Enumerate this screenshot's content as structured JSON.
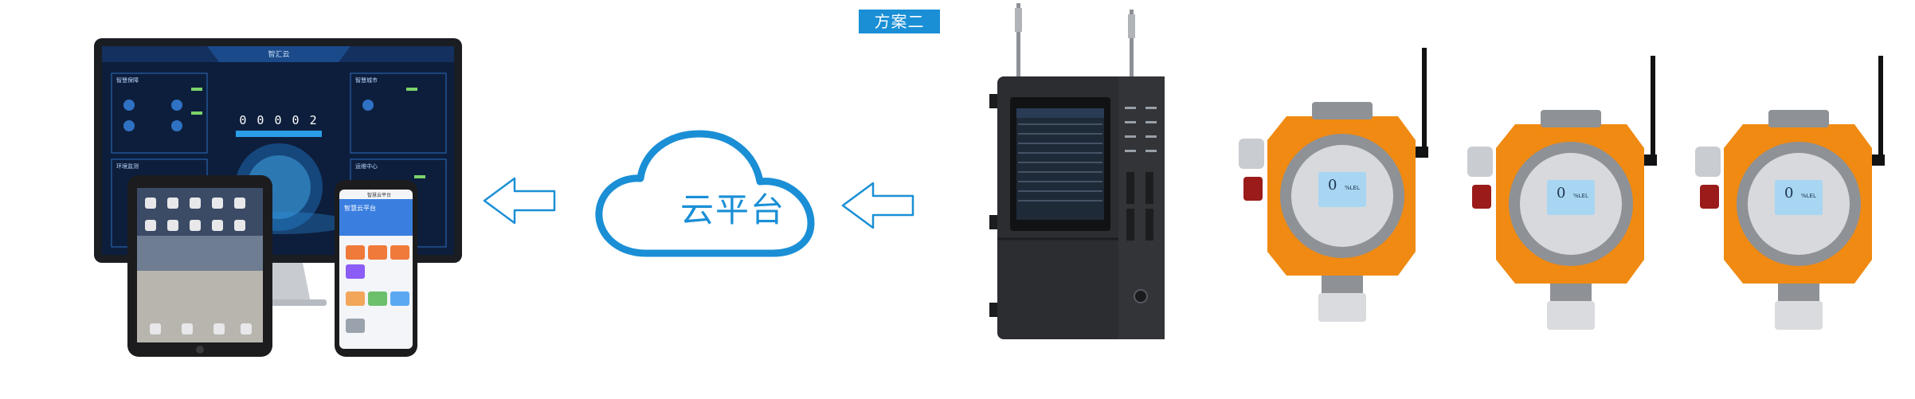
{
  "badge": {
    "label": "方案二"
  },
  "cloud": {
    "label": "云平台"
  },
  "monitor": {
    "title": "智汇云",
    "counter": "0 0 0 0 2",
    "panels": [
      "智慧保障",
      "智慧城市",
      "环境监测",
      "运维中心"
    ]
  },
  "phone": {
    "title": "智慧云平台",
    "banner": "智慧云平台"
  },
  "detector": {
    "reading": "0",
    "unit": "%LEL"
  },
  "colors": {
    "accent": "#1a8fd6",
    "detector_orange": "#f08a12",
    "controller_dark": "#2b2d30",
    "screen_dark": "#0d1e3c"
  },
  "icons": {
    "arrow": "left-arrow-icon",
    "cloud": "cloud-icon",
    "antenna": "antenna-icon"
  }
}
